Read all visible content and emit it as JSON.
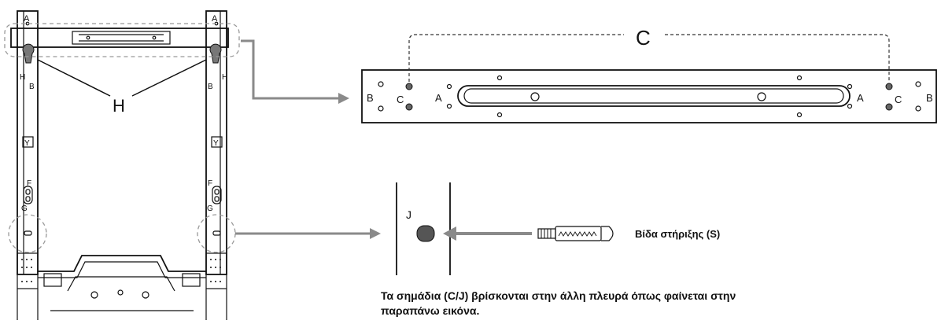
{
  "labels": {
    "frame_A": "A",
    "frame_B": "B",
    "frame_H": "H",
    "frame_F": "F",
    "frame_G": "G",
    "frame_Y": "Y",
    "callout_H": "H",
    "bracket_C": "C",
    "plate_A": "A",
    "plate_B": "B",
    "plate_C": "C",
    "hole_J": "J",
    "screw_label": "Βίδα στήριξης (S)",
    "note_line1": "Τα σημάδια (C/J) βρίσκονται στην άλλη πλευρά όπως φαίνεται στην",
    "note_line2": "παραπάνω εικόνα."
  },
  "colors": {
    "line": "#111111",
    "arrow": "#8a8a8a",
    "marker_fill": "#666666",
    "hole_fill": "#555555"
  }
}
